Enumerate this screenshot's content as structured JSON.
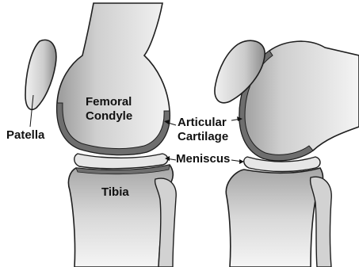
{
  "labels": {
    "patella": "Patella",
    "femoral_line1": "Femoral",
    "femoral_line2": "Condyle",
    "articular_line1": "Articular",
    "articular_line2": "Cartilage",
    "meniscus": "Meniscus",
    "tibia": "Tibia"
  },
  "colors": {
    "bone_light": "#f2f2f2",
    "bone_mid": "#c9c9c9",
    "bone_dark": "#8f8f8f",
    "cartilage": "#6e6e6e",
    "outline": "#1e1e1e"
  }
}
